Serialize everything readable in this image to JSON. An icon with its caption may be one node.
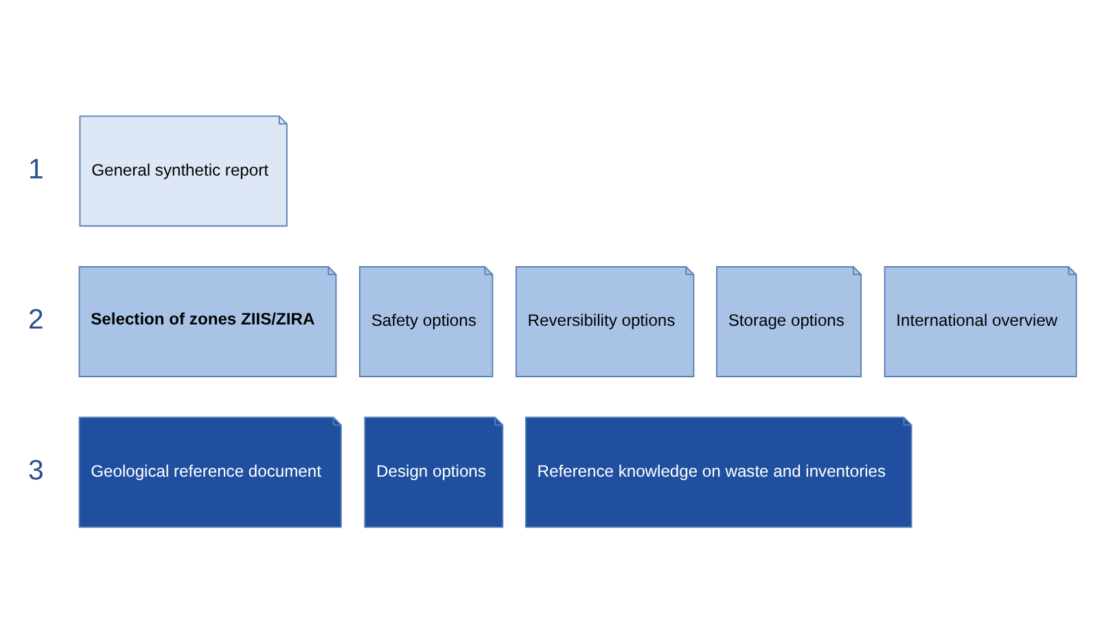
{
  "diagram": {
    "nodes": [
      {
        "text": [
          "General synthetic report"
        ]
      },
      {
        "text": [
          "Selection of zones ZIIS/ZIRA"
        ]
      },
      {
        "text": [
          "Safety options"
        ]
      },
      {
        "text": [
          "Reversibility options"
        ]
      },
      {
        "text": [
          "Storage options"
        ]
      },
      {
        "text": [
          "International overview"
        ]
      },
      {
        "text": [
          "Geological reference document"
        ]
      },
      {
        "text": [
          "Design options"
        ]
      },
      {
        "text": [
          "Reference knowledge on waste and inventories"
        ]
      }
    ],
    "edges": [],
    "labels": [
      "1",
      "2",
      "3"
    ]
  }
}
